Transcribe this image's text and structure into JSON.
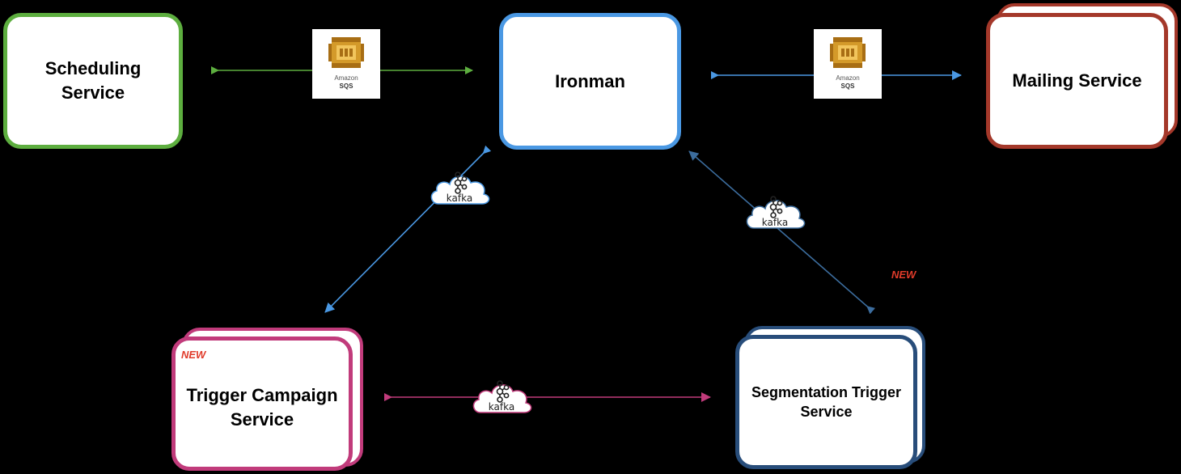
{
  "nodes": {
    "scheduling": {
      "label": "Scheduling\nService",
      "color": "#5dae3f"
    },
    "ironman": {
      "label": "Ironman",
      "color": "#4a98e3"
    },
    "mailing": {
      "label": "Mailing Service",
      "color": "#a4382a"
    },
    "trigger_campaign": {
      "label": "Trigger Campaign\nService",
      "color": "#c13b7b"
    },
    "segmentation": {
      "label": "Segmentation Trigger\nService",
      "color": "#284d7a"
    }
  },
  "badges": {
    "new_tag": "NEW"
  },
  "sqs": {
    "line1": "Amazon",
    "line2": "SQS"
  },
  "kafka": {
    "label": "kafka"
  },
  "edges": {
    "scheduling_to_ironman": {
      "color": "#5dae3f",
      "via": "sqs-icon"
    },
    "ironman_to_mailing": {
      "color": "#4a98e3",
      "via": "sqs-icon"
    },
    "ironman_to_trigger": {
      "color": "#4a98e3",
      "via": "kafka-icon"
    },
    "segmentation_to_ironman": {
      "color": "#3c6d9e",
      "via": "kafka-icon"
    },
    "trigger_to_segmentation": {
      "color": "#c13b7b",
      "via": "kafka-icon"
    }
  }
}
